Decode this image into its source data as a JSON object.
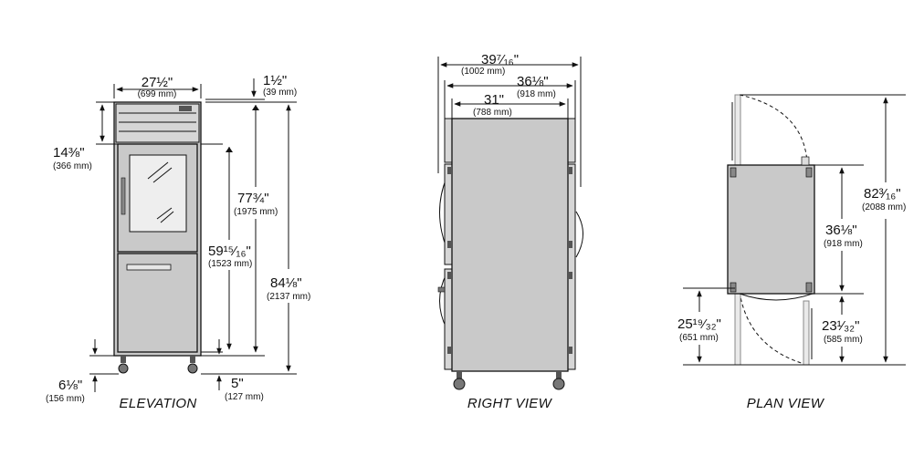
{
  "views": {
    "elevation": "ELEVATION",
    "right": "RIGHT VIEW",
    "plan": "PLAN VIEW"
  },
  "elevation": {
    "width_in": "27½\"",
    "width_mm": "(699 mm)",
    "top_in": "1½\"",
    "top_mm": "(39 mm)",
    "door_top_in": "14⅜\"",
    "door_top_mm": "(366 mm)",
    "height_in": "77¾\"",
    "height_mm": "(1975 mm)",
    "door_height_in": "59¹⁵⁄₁₆\"",
    "door_height_mm": "(1523 mm)",
    "overall_in": "84⅛\"",
    "overall_mm": "(2137 mm)",
    "caster_in": "6⅛\"",
    "caster_mm": "(156 mm)",
    "base_in": "5\"",
    "base_mm": "(127 mm)"
  },
  "right": {
    "overall_in": "39⁷⁄₁₆\"",
    "overall_mm": "(1002 mm)",
    "mid_in": "36⅛\"",
    "mid_mm": "(918 mm)",
    "body_in": "31\"",
    "body_mm": "(788 mm)"
  },
  "plan": {
    "overall_in": "82³⁄₁₆\"",
    "overall_mm": "(2088 mm)",
    "depth_in": "36⅛\"",
    "depth_mm": "(918 mm)",
    "swing_in": "23¹⁄₃₂\"",
    "swing_mm": "(585 mm)",
    "door_in": "25¹⁹⁄₃₂\"",
    "door_mm": "(651 mm)"
  }
}
